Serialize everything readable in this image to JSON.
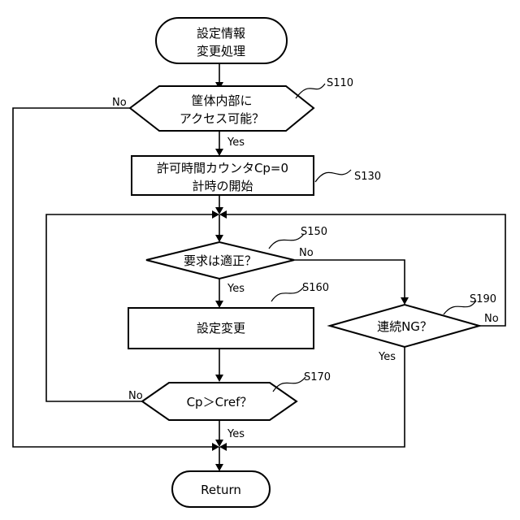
{
  "nodes": {
    "start": {
      "line1": "設定情報",
      "line2": "変更処理"
    },
    "s110": {
      "line1": "筐体内部に",
      "line2": "アクセス可能？",
      "step": "S110"
    },
    "s130": {
      "line1": "許可時間カウンタCp=0",
      "line2": "計時の開始",
      "step": "S130"
    },
    "s150": {
      "text": "要求は適正？",
      "step": "S150"
    },
    "s160": {
      "text": "設定変更",
      "step": "S160"
    },
    "s170": {
      "text": "Cp＞Cref？",
      "step": "S170"
    },
    "s190": {
      "text": "連続NG？",
      "step": "S190"
    },
    "end": {
      "text": "Return"
    }
  },
  "edges": {
    "s110_yes": "Yes",
    "s110_no": "No",
    "s150_yes": "Yes",
    "s150_no": "No",
    "s170_yes": "Yes",
    "s170_no": "No",
    "s190_yes": "Yes",
    "s190_no": "No"
  }
}
